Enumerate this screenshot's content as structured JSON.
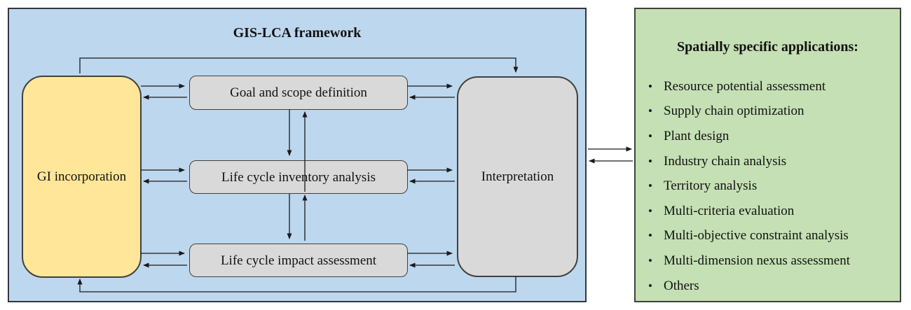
{
  "framework": {
    "title": "GIS-LCA framework",
    "gi_incorporation": "GI incorporation",
    "stages": [
      "Goal and scope definition",
      "Life cycle inventory analysis",
      "Life cycle impact assessment"
    ],
    "interpretation": "Interpretation"
  },
  "applications": {
    "title": "Spatially specific applications:",
    "bullet": "•",
    "items": [
      "Resource potential assessment",
      "Supply chain optimization",
      "Plant design",
      "Industry chain analysis",
      "Territory analysis",
      "Multi-criteria evaluation",
      "Multi-objective constraint analysis",
      "Multi-dimension nexus assessment",
      "Others"
    ]
  },
  "colors": {
    "framework_fill": "#bdd7ee",
    "gi_fill": "#ffe699",
    "stage_fill": "#d9d9d9",
    "interpretation_fill": "#d9d9d9",
    "applications_fill": "#c5e0b4",
    "border": "#404040",
    "frame_border": "#33373d",
    "arrow": "#1a1a1a"
  }
}
